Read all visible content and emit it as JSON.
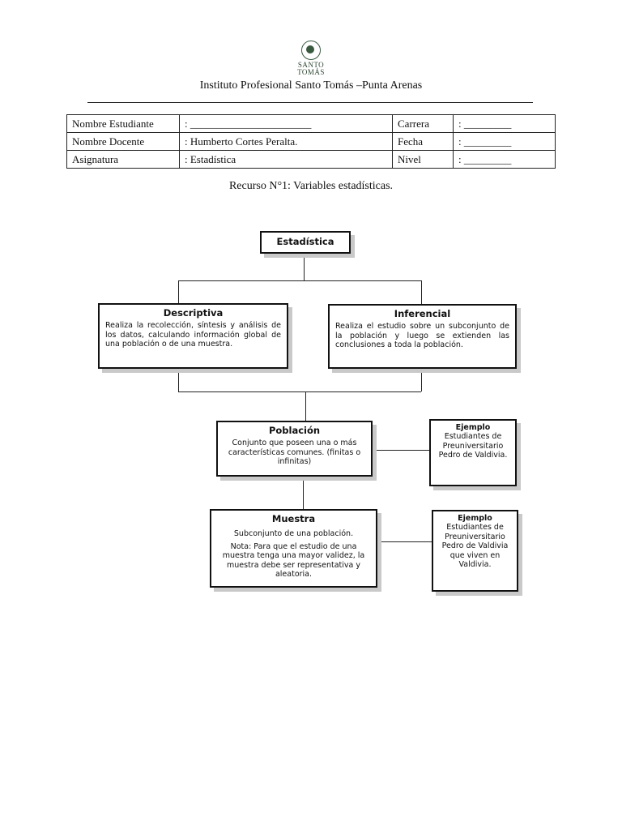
{
  "logo": {
    "text": "SANTO TOMÁS"
  },
  "header": {
    "institute": "Instituto Profesional Santo Tomás –Punta Arenas"
  },
  "info_table": {
    "rows": [
      {
        "label": "Nombre Estudiante",
        "value": ": _______________________",
        "label2": "Carrera",
        "value2": ": _________"
      },
      {
        "label": "Nombre Docente",
        "value": ": Humberto Cortes Peralta.",
        "label2": "Fecha",
        "value2": ": _________"
      },
      {
        "label": "Asignatura",
        "value": ": Estadística",
        "label2": "Nivel",
        "value2": ": _________"
      }
    ]
  },
  "resource_title": "Recurso N°1: Variables estadísticas.",
  "diagram": {
    "root": "Estadística",
    "descriptiva": {
      "title": "Descriptiva",
      "text": "Realiza la recolección, síntesis y análisis de los datos, calculando información global de una población o de una muestra."
    },
    "inferencial": {
      "title": "Inferencial",
      "text": "Realiza el estudio sobre un subconjunto de la población y luego se extienden las conclusiones a toda la población."
    },
    "poblacion": {
      "title": "Población",
      "text": "Conjunto que poseen una o más características comunes. (finitas o infinitas)"
    },
    "ejemplo1": {
      "title": "Ejemplo",
      "text": "Estudiantes de Preuniversitario Pedro de Valdivia."
    },
    "muestra": {
      "title": "Muestra",
      "text": "Subconjunto de una población.",
      "note": "Nota: Para que el estudio de una muestra tenga una mayor validez, la muestra debe ser representativa y aleatoria."
    },
    "ejemplo2": {
      "title": "Ejemplo",
      "text": "Estudiantes de Preuniversitario Pedro de Valdivia que viven en Valdivia."
    }
  }
}
